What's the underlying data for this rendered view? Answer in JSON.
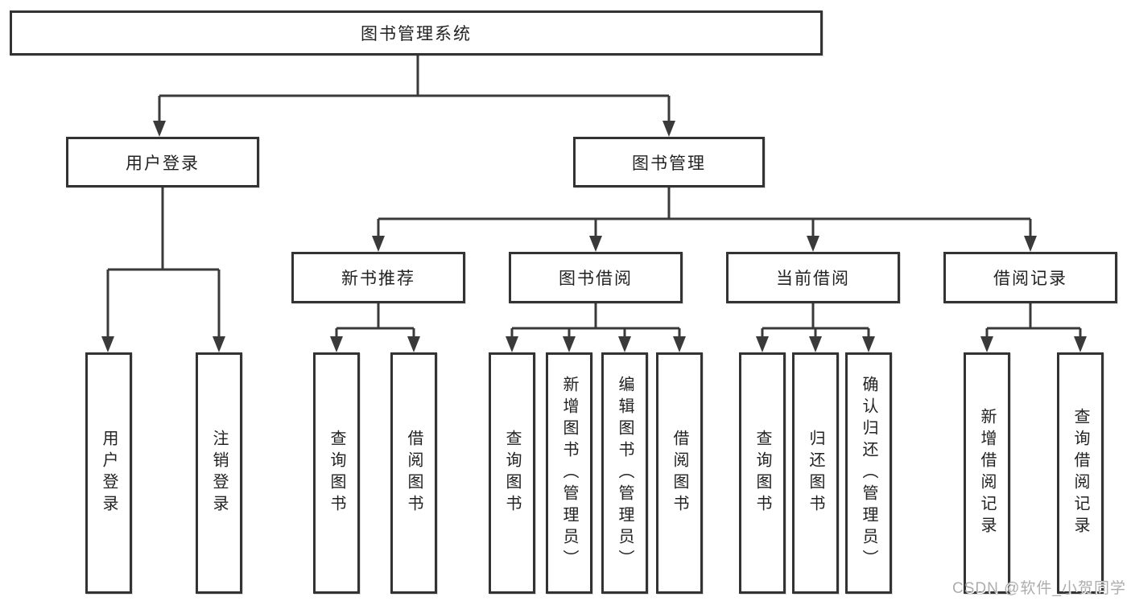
{
  "tree": {
    "root": {
      "label": "图书管理系统"
    },
    "branches": [
      {
        "label": "用户登录",
        "leaves": [
          "用户登录",
          "注销登录"
        ]
      },
      {
        "label": "图书管理",
        "groups": [
          {
            "label": "新书推荐",
            "leaves": [
              "查询图书",
              "借阅图书"
            ]
          },
          {
            "label": "图书借阅",
            "leaves": [
              "查询图书",
              "新增图书（管理员）",
              "编辑图书（管理员）",
              "借阅图书"
            ]
          },
          {
            "label": "当前借阅",
            "leaves": [
              "查询图书",
              "归还图书",
              "确认归还（管理员）"
            ]
          },
          {
            "label": "借阅记录",
            "leaves": [
              "新增借阅记录",
              "查询借阅记录"
            ]
          }
        ]
      }
    ]
  },
  "watermark": {
    "text": "CSDN @软件_小贺同学"
  },
  "colors": {
    "line": "#3a3a3a",
    "border": "#333333",
    "text": "#222222",
    "background": "#ffffff",
    "watermark": "#adadad"
  }
}
